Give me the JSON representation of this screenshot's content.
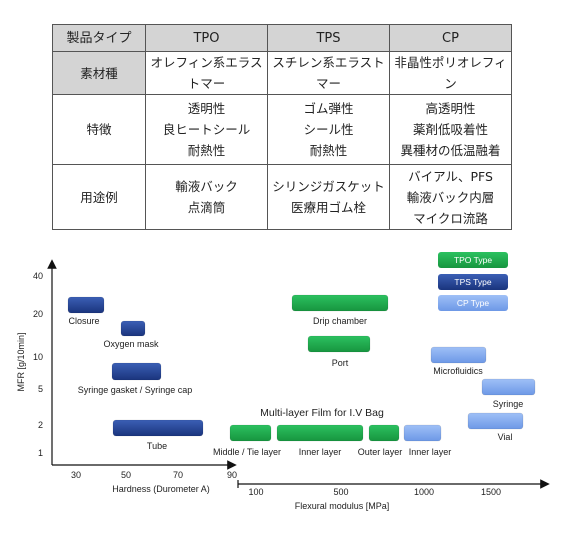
{
  "table": {
    "header": [
      "製品タイプ",
      "TPO",
      "TPS",
      "CP"
    ],
    "material": [
      "素材種",
      "オレフィン系エラストマー",
      "スチレン系エラストマー",
      "非晶性ポリオレフィン"
    ],
    "features": {
      "label": "特徴",
      "tpo": [
        "透明性",
        "良ヒートシール",
        "耐熱性"
      ],
      "tps": [
        "ゴム弾性",
        "シール性",
        "耐熱性"
      ],
      "cp": [
        "高透明性",
        "薬剤低吸着性",
        "異種材の低温融着"
      ]
    },
    "uses": {
      "label": "用途例",
      "tpo": [
        "輸液バック",
        "点滴筒"
      ],
      "tps": [
        "シリンジガスケット",
        "医療用ゴム栓"
      ],
      "cp": [
        "バイアル、PFS",
        "輸液バック内層",
        "マイクロ流路"
      ]
    }
  },
  "chart_data": {
    "type": "bubble-map",
    "ylabel": "MFR [g/10min]",
    "y_ticks": [
      "40",
      "20",
      "10",
      "5",
      "2",
      "1"
    ],
    "x_hardness_ticks": [
      "30",
      "50",
      "70",
      "90"
    ],
    "x_hardness_label": "Hardness (Durometer A)",
    "x_modulus_ticks": [
      "100",
      "500",
      "1000",
      "1500"
    ],
    "x_modulus_label": "Flexural modulus [MPa]",
    "legend": [
      {
        "label": "TPO Type",
        "color": "#1aa34a"
      },
      {
        "label": "TPS Type",
        "color": "#1f3f8f"
      },
      {
        "label": "CP Type",
        "color": "#7fa9ef"
      }
    ],
    "film_title": "Multi-layer Film for I.V Bag",
    "items": [
      {
        "label": "Closure",
        "type": "TPS"
      },
      {
        "label": "Oxygen mask",
        "type": "TPS"
      },
      {
        "label": "Syringe gasket / Syringe cap",
        "type": "TPS"
      },
      {
        "label": "Tube",
        "type": "TPS"
      },
      {
        "label": "Drip chamber",
        "type": "TPO"
      },
      {
        "label": "Port",
        "type": "TPO"
      },
      {
        "label": "Middle / Tie layer",
        "type": "TPO"
      },
      {
        "label": "Inner layer",
        "type": "TPO"
      },
      {
        "label": "Outer layer",
        "type": "TPO"
      },
      {
        "label": "Inner layer",
        "type": "CP"
      },
      {
        "label": "Microfluidics",
        "type": "CP"
      },
      {
        "label": "Syringe",
        "type": "CP"
      },
      {
        "label": "Vial",
        "type": "CP"
      }
    ]
  }
}
